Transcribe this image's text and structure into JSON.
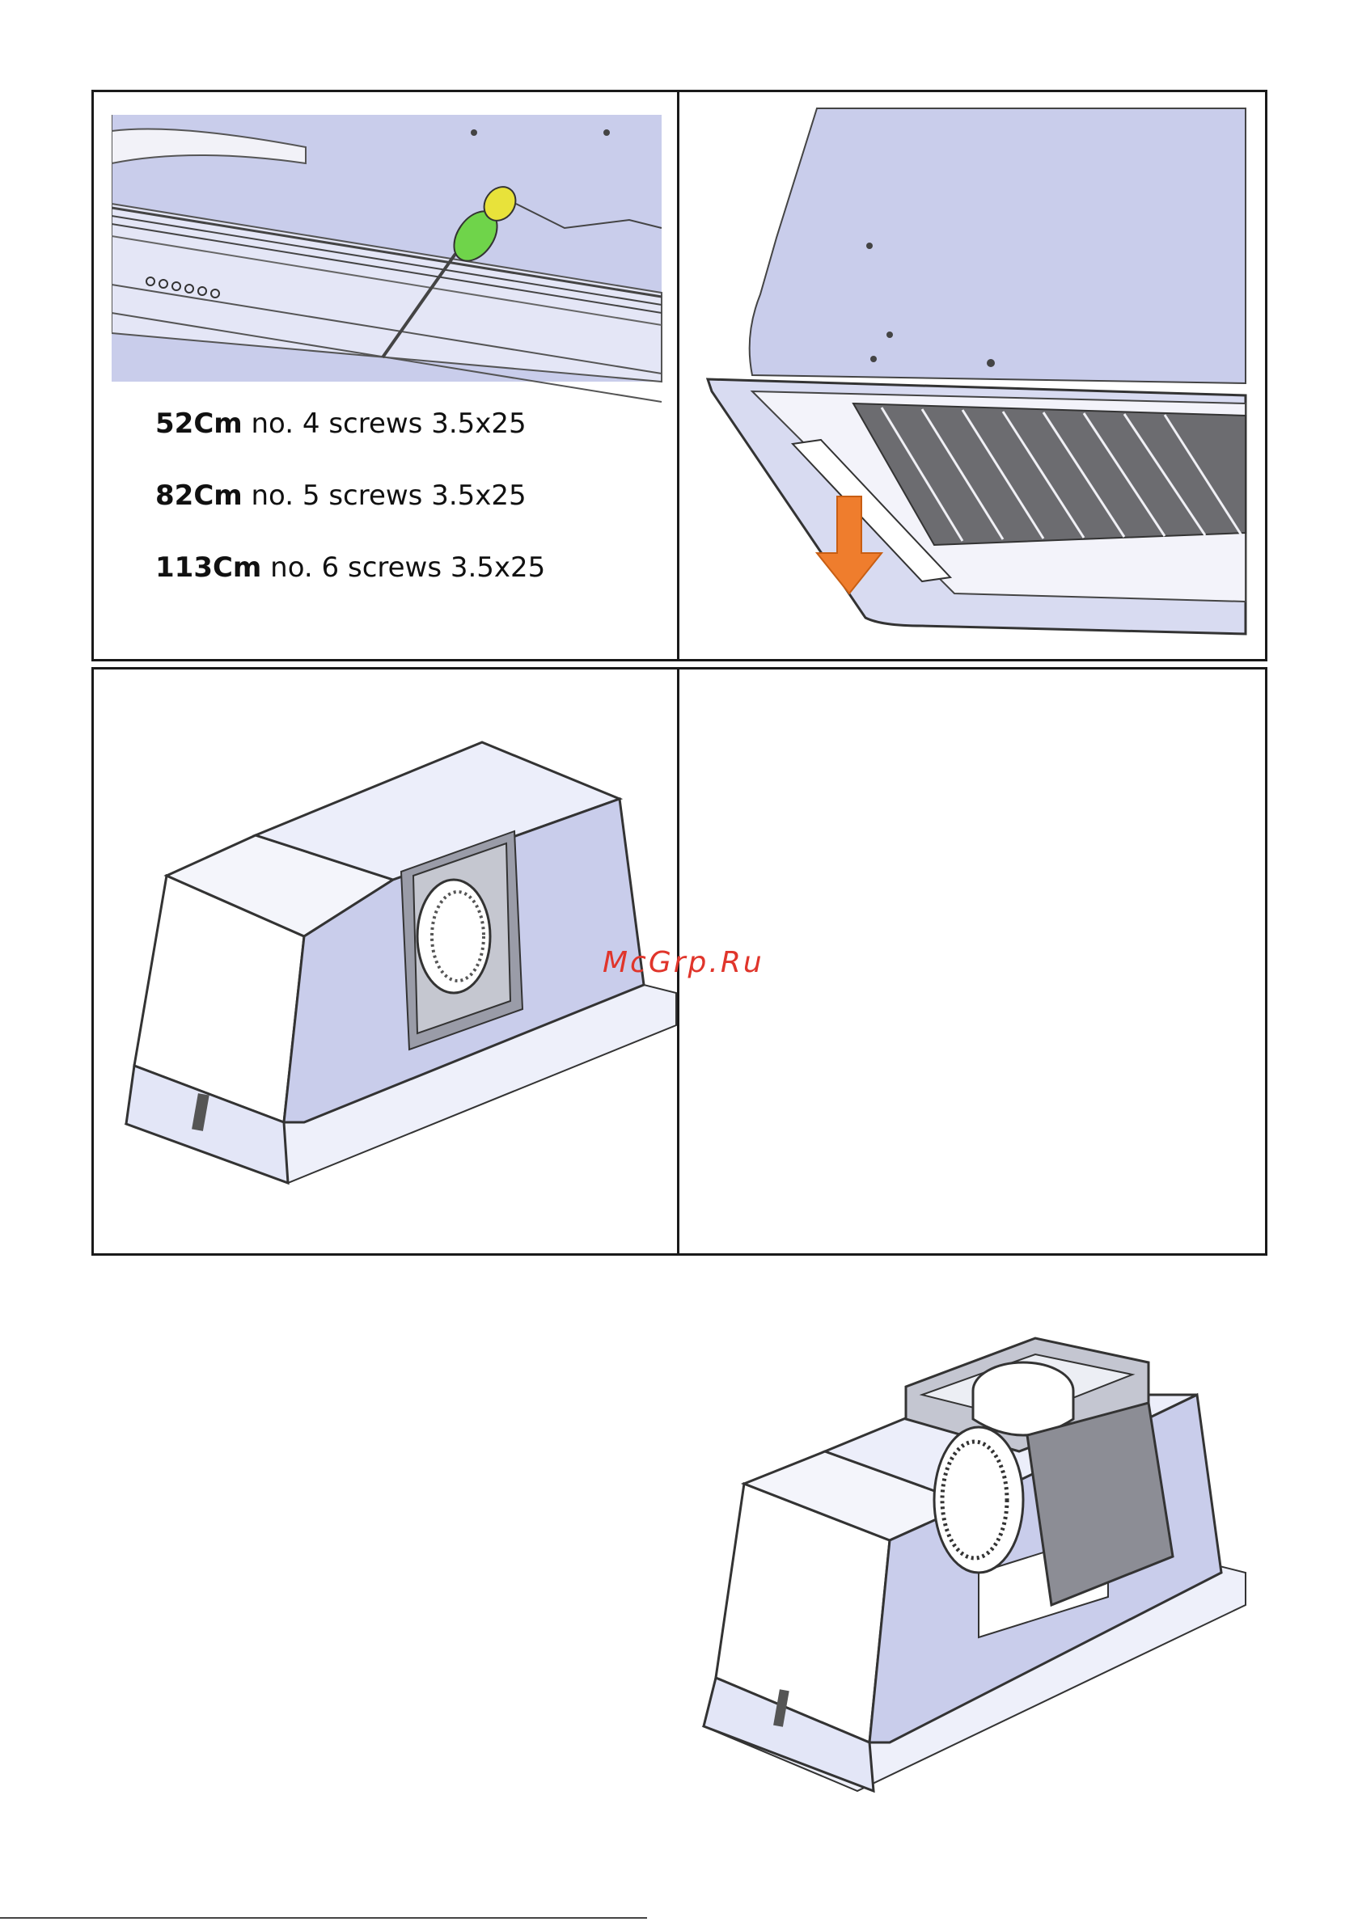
{
  "screw_note": {
    "rows": [
      {
        "size": "52Cm",
        "text": " no. 4 screws 3.5x25"
      },
      {
        "size": "82Cm",
        "text": " no. 5 screws 3.5x25"
      },
      {
        "size": "113Cm",
        "text": " no. 6 screws 3.5x25"
      }
    ]
  },
  "watermark": "McGrp.Ru",
  "colors": {
    "panel": "#c9cdeb",
    "panel_light": "#dfe2f5",
    "outline": "#3a3a3a",
    "arrow": "#ef7d2d",
    "handle": "#6fd44a"
  }
}
